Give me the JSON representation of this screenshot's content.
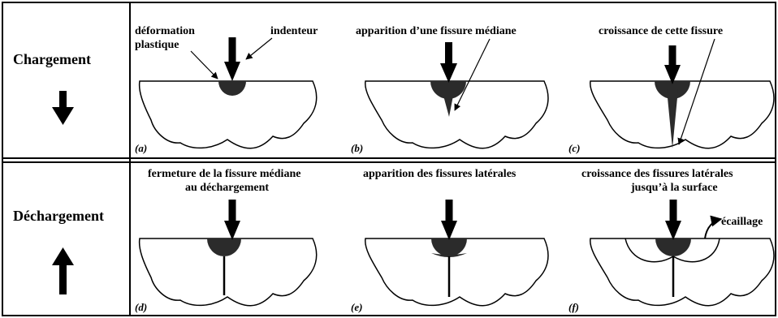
{
  "rows": {
    "loading": "Chargement",
    "unloading": "Déchargement"
  },
  "panels": {
    "a": {
      "tag": "(a)",
      "label_plastic_1": "déformation",
      "label_plastic_2": "plastique",
      "label_indenter": "indenteur"
    },
    "b": {
      "tag": "(b)",
      "label_1": "apparition d’une fissure médiane"
    },
    "c": {
      "tag": "(c)",
      "label_1": "croissance de cette fissure"
    },
    "d": {
      "tag": "(d)",
      "label_1": "fermeture de la fissure médiane",
      "label_2": "au déchargement"
    },
    "e": {
      "tag": "(e)",
      "label_1": "apparition des fissures latérales"
    },
    "f": {
      "tag": "(f)",
      "label_1": "croissance des fissures latérales",
      "label_2": "jusqu’à la surface",
      "label_spall": "écaillage"
    }
  },
  "colors": {
    "ink": "#000000",
    "zone": "#2b2b2b",
    "background": "#ffffff"
  }
}
